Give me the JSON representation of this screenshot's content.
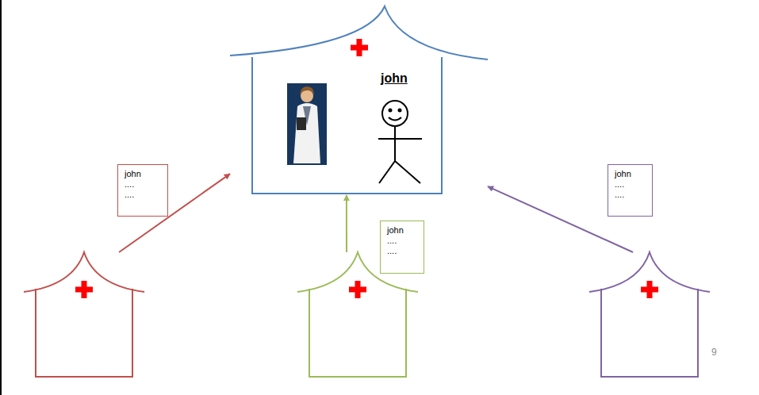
{
  "diagram": {
    "nodes": [
      {
        "text": [
          "john"
        ]
      },
      {
        "text": [
          "john .... ...."
        ]
      },
      {
        "text": [
          "john .... ...."
        ]
      },
      {
        "text": [
          "john .... ...."
        ]
      },
      {
        "text": []
      },
      {
        "text": []
      },
      {
        "text": []
      }
    ],
    "edges": [
      {
        "from": 4,
        "to": 0,
        "arrow": "to"
      },
      {
        "from": 5,
        "to": 0,
        "arrow": "to"
      },
      {
        "from": 6,
        "to": 0,
        "arrow": "to"
      }
    ],
    "labels": [
      "9"
    ]
  }
}
